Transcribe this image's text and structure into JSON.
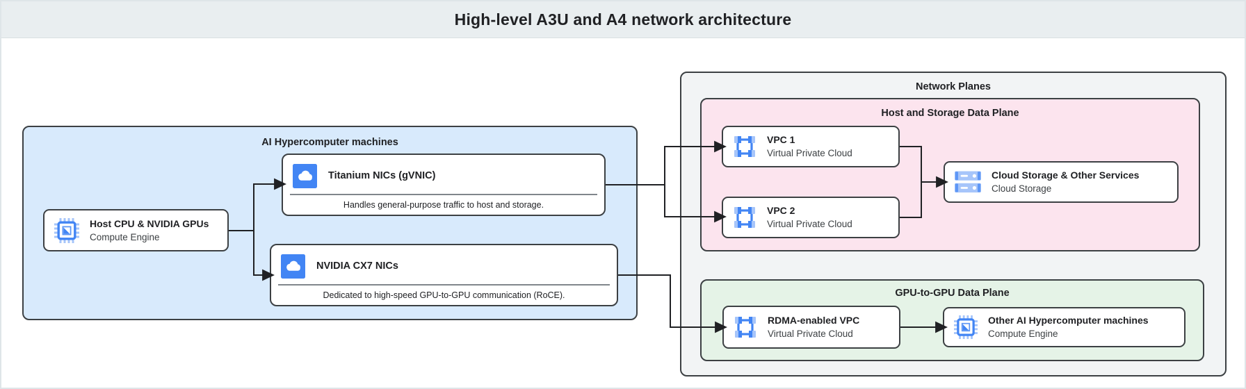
{
  "header": {
    "title": "High-level A3U and A4 network architecture"
  },
  "machines": {
    "label": "AI Hypercomputer machines",
    "host": {
      "title": "Host CPU & NVIDIA GPUs",
      "subtitle": "Compute Engine"
    },
    "titanium": {
      "title": "Titanium NICs (gVNIC)",
      "description": "Handles general-purpose traffic to host and storage."
    },
    "cx7": {
      "title": "NVIDIA CX7 NICs",
      "description": "Dedicated to high-speed GPU-to-GPU communication (RoCE)."
    }
  },
  "network_planes": {
    "label": "Network Planes",
    "host_storage_plane": {
      "label": "Host and Storage Data Plane",
      "vpc1": {
        "title": "VPC 1",
        "subtitle": "Virtual Private Cloud"
      },
      "vpc2": {
        "title": "VPC 2",
        "subtitle": "Virtual Private Cloud"
      },
      "cloud_storage": {
        "title": "Cloud Storage & Other Services",
        "subtitle": "Cloud Storage"
      }
    },
    "gpu_plane": {
      "label": "GPU-to-GPU Data Plane",
      "rdma": {
        "title": "RDMA-enabled VPC",
        "subtitle": "Virtual Private Cloud"
      },
      "other": {
        "title": "Other AI Hypercomputer machines",
        "subtitle": "Compute Engine"
      }
    }
  },
  "icons": {
    "host": "compute-engine-chip-icon",
    "titanium": "cloud-nic-icon",
    "cx7": "cloud-nic-icon",
    "vpc": "vpc-icon",
    "cloud_storage": "cloud-storage-icon",
    "other": "compute-engine-chip-icon"
  },
  "colors": {
    "header_fill": "#e9eef0",
    "machines_fill": "#d8eafc",
    "planes_fill": "#f2f4f5",
    "host_storage_fill": "#fce4ee",
    "gpu_plane_fill": "#e5f3e7",
    "card_fill": "#ffffff",
    "border_dark": "#3c4043",
    "connector": "#202124",
    "accent_blue": "#4285f4",
    "accent_blue_light": "#a6c5fa"
  }
}
